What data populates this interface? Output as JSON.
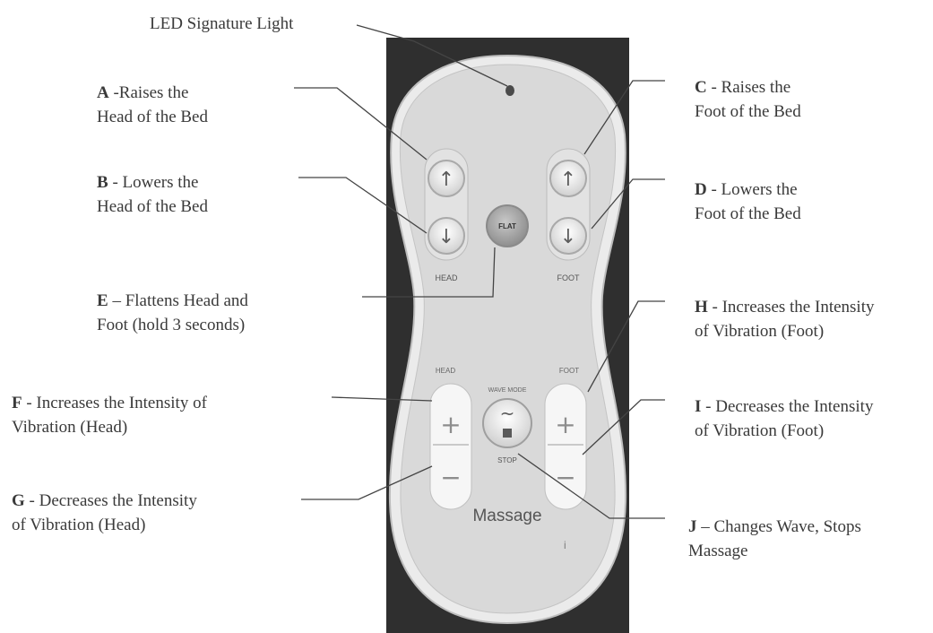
{
  "labels": {
    "led": {
      "text": "LED Signature Light"
    },
    "a": {
      "key": "A",
      "line1": " -Raises the",
      "line2": "Head of the Bed"
    },
    "b": {
      "key": "B",
      "line1": " - Lowers the",
      "line2": "Head of the Bed"
    },
    "c": {
      "key": "C",
      "line1": " - Raises the",
      "line2": "Foot of the Bed"
    },
    "d": {
      "key": "D",
      "line1": " - Lowers the",
      "line2": "Foot of the Bed"
    },
    "e": {
      "key": "E",
      "line1": " – Flattens Head and",
      "line2": "Foot (hold 3 seconds)"
    },
    "f": {
      "key": "F",
      "line1": " - Increases the Intensity of",
      "line2": "Vibration (Head)"
    },
    "g": {
      "key": "G",
      "line1": " - Decreases the Intensity",
      "line2": "of Vibration (Head)"
    },
    "h": {
      "key": "H",
      "line1": " - Increases the Intensity",
      "line2": "of Vibration (Foot)"
    },
    "i": {
      "key": "I",
      "line1": " - Decreases the Intensity",
      "line2": "of Vibration (Foot)"
    },
    "j": {
      "key": "J",
      "line1": " – Changes Wave, Stops",
      "line2": "Massage"
    }
  },
  "remote": {
    "flat": "FLAT",
    "head_adjust": "HEAD",
    "foot_adjust": "FOOT",
    "head_massage": "HEAD",
    "foot_massage": "FOOT",
    "wave_mode": "WAVE MODE",
    "stop": "STOP",
    "massage": "Massage",
    "up_glyph": "↑",
    "down_glyph": "↓",
    "plus_glyph": "+",
    "minus_glyph": "−",
    "wave_glyph": "~"
  },
  "colors": {
    "background": "#2f2f2f",
    "remote_body": "#d8d8d8",
    "button": "#f4f4f4",
    "flat_button": "#b0b0b0",
    "text": "#3a3a3a"
  }
}
